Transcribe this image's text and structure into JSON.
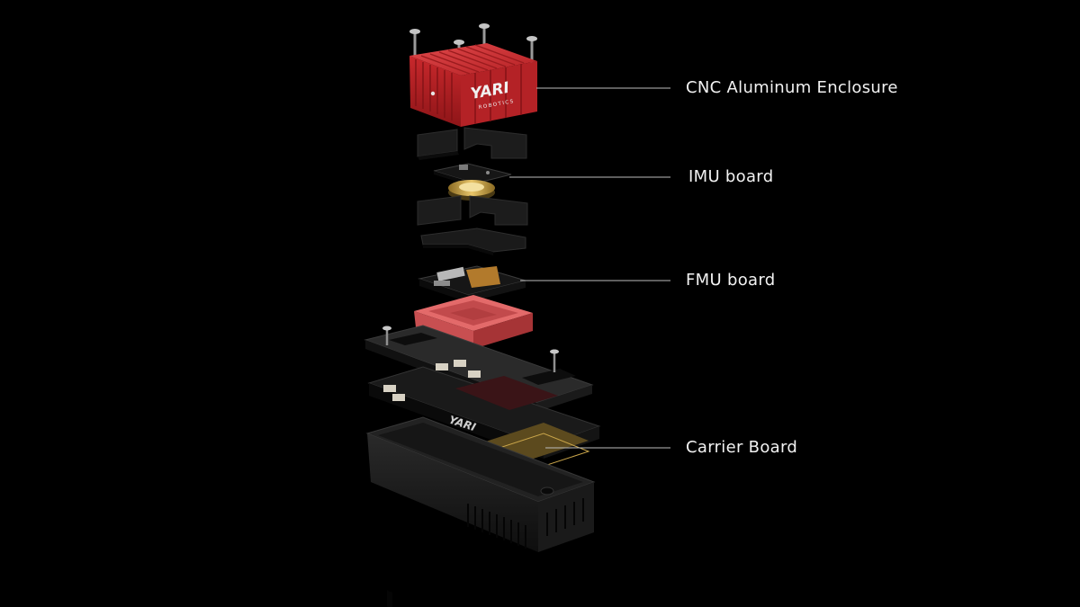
{
  "logo_text": "YARI",
  "logo_subtext": "ROBOTICS",
  "labels": {
    "enclosure": "CNC Aluminum Enclosure",
    "imu": "IMU board",
    "fmu": "FMU board",
    "carrier": "Carrier Board"
  },
  "colors": {
    "background": "#000000",
    "enclosure_red": "#c8282c",
    "fmu_frame_red": "#e36a6a",
    "pcb_black": "#151515",
    "foam_black": "#1b1b1b",
    "gold_pins": "#b8923a",
    "leader_line": "#bdbdbd",
    "label_text": "#f2f2f2"
  }
}
